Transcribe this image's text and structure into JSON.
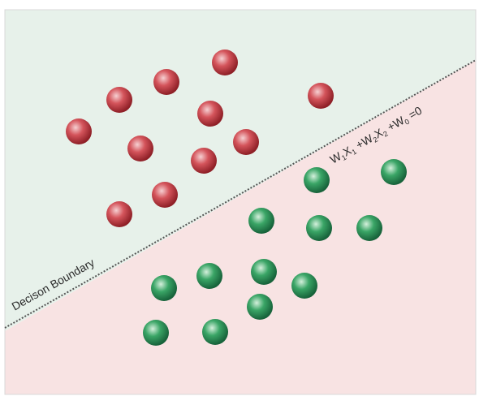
{
  "diagram": {
    "boundary_label": "Decison  Boundary",
    "equation": {
      "w1": "W",
      "s1": "1",
      "x1": "X",
      "t1": "1",
      "p1": " +W",
      "s2": "2",
      "x2": "X",
      "t2": "2",
      "p2": " +W",
      "s0": "0",
      "tail": " =0"
    }
  },
  "colors": {
    "upper_region": "#e7f1ea",
    "lower_region": "#f8e3e3",
    "red_point": "#c83a42",
    "green_point": "#2f9155",
    "boundary_line": "#555555"
  }
}
